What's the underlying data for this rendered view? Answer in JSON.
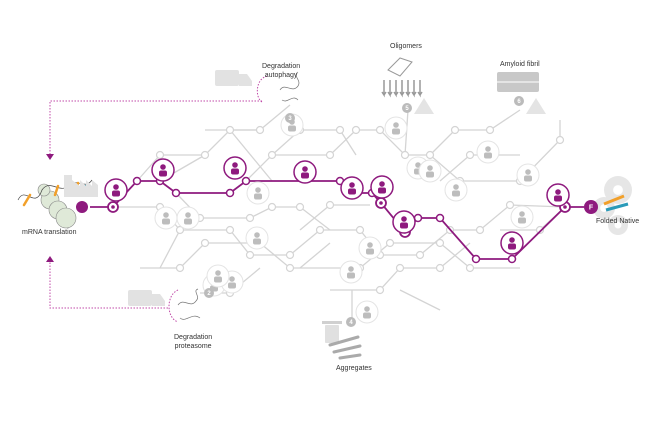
{
  "labels": {
    "mrna": "mRNA translation",
    "autophagy_1": "Degradation",
    "autophagy_2": "autophagy",
    "proteasome_1": "Degradation",
    "proteasome_2": "proteasome",
    "oligomers": "Oligomers",
    "amyloid": "Amyloid fibril",
    "aggregates": "Aggregates",
    "folded": "Folded Native"
  },
  "badges": {
    "b2": "2",
    "b3": "3",
    "b4": "4",
    "b5": "5",
    "b6": "6",
    "final": "F"
  },
  "colors": {
    "accent": "#8e1a7e",
    "gray_line": "#d4d4d4",
    "gray_icon": "#bdbdbd",
    "dashed": "#c04aa8"
  }
}
